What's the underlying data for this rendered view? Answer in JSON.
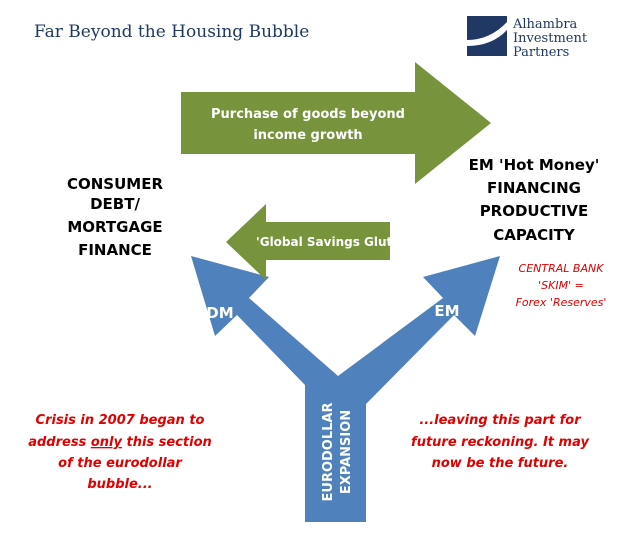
{
  "title": "Far Beyond the Housing Bubble",
  "logo": {
    "icon": "alhambra-logo-icon",
    "lines": [
      "Alhambra",
      "Investment",
      "Partners"
    ]
  },
  "top_arrow": {
    "lines": [
      "Purchase of goods beyond",
      "income growth"
    ],
    "color": "#77933c"
  },
  "mid_arrow": {
    "label": "'Global Savings Glut'",
    "color": "#77933c"
  },
  "y_arrow": {
    "color": "#4f81bd",
    "left_label": "DM",
    "right_label": "EM",
    "stem_lines": [
      "EURODOLLAR",
      "EXPANSION"
    ]
  },
  "consumer_block": {
    "lines": [
      "CONSUMER",
      "DEBT/",
      "MORTGAGE",
      "FINANCE"
    ]
  },
  "em_block": {
    "lines": [
      "EM 'Hot Money'",
      "FINANCING",
      "PRODUCTIVE",
      "CAPACITY"
    ]
  },
  "central_bank": {
    "lines": [
      "CENTRAL BANK",
      "'SKIM' =",
      "Forex 'Reserves'"
    ],
    "color": "#e00000"
  },
  "crisis_note": {
    "line1": "Crisis in 2007 began to",
    "line2_pre": "address ",
    "line2_em": "only",
    "line2_post": " this section",
    "line3": "of the eurodollar",
    "line4": "bubble..."
  },
  "future_note": {
    "lines": [
      "...leaving this part for",
      "future reckoning.  It may",
      "now be the future."
    ]
  }
}
